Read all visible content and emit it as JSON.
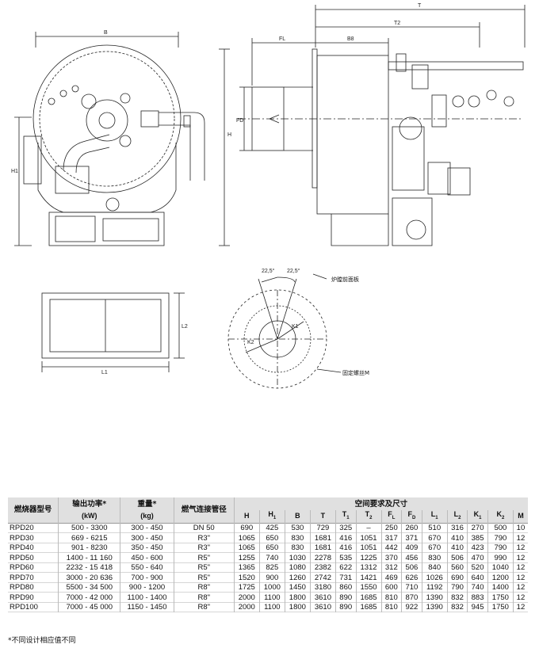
{
  "drawing": {
    "front_view": {
      "dim_B": "B",
      "dim_H": "H",
      "dim_H1": "H1"
    },
    "side_view": {
      "dim_T": "T",
      "dim_T2": "T2",
      "dim_FL": "FL",
      "dim_B8": "B8",
      "dim_FD": "FD"
    },
    "frame_view": {
      "dim_L1": "L1",
      "dim_L2": "L2"
    },
    "flange_view": {
      "angle_1": "22,5°",
      "angle_2": "22,5°",
      "dim_K1": "K1",
      "dim_K2": "K2",
      "note_front_plate": "炉膛前面板",
      "note_bolt": "固定螺丝M"
    }
  },
  "table": {
    "headers": {
      "model": "燃烧器型号",
      "power": "输出功率*",
      "power_unit": "(kW)",
      "weight": "重量*",
      "weight_unit": "(kg)",
      "gas_pipe": "燃气连接管径",
      "space": "空间要求及尺寸"
    },
    "dim_cols": [
      {
        "main": "H",
        "sub": ""
      },
      {
        "main": "H",
        "sub": "1"
      },
      {
        "main": "B",
        "sub": ""
      },
      {
        "main": "T",
        "sub": ""
      },
      {
        "main": "T",
        "sub": "1"
      },
      {
        "main": "T",
        "sub": "2"
      },
      {
        "main": "F",
        "sub": "L"
      },
      {
        "main": "F",
        "sub": "D"
      },
      {
        "main": "L",
        "sub": "1"
      },
      {
        "main": "L",
        "sub": "2"
      },
      {
        "main": "K",
        "sub": "1"
      },
      {
        "main": "K",
        "sub": "2"
      },
      {
        "main": "M",
        "sub": ""
      }
    ],
    "rows": [
      [
        "RPD20",
        "500 - 3300",
        "300 - 450",
        "DN 50",
        "690",
        "425",
        "530",
        "729",
        "325",
        "–",
        "250",
        "260",
        "510",
        "316",
        "270",
        "500",
        "10"
      ],
      [
        "RPD30",
        "669 - 6215",
        "300 - 450",
        "R3\"",
        "1065",
        "650",
        "830",
        "1681",
        "416",
        "1051",
        "317",
        "371",
        "670",
        "410",
        "385",
        "790",
        "12"
      ],
      [
        "RPD40",
        "901 - 8230",
        "350 - 450",
        "R3\"",
        "1065",
        "650",
        "830",
        "1681",
        "416",
        "1051",
        "442",
        "409",
        "670",
        "410",
        "423",
        "790",
        "12"
      ],
      [
        "RPD50",
        "1400 - 11 160",
        "450 - 600",
        "R5\"",
        "1255",
        "740",
        "1030",
        "2278",
        "535",
        "1225",
        "370",
        "456",
        "830",
        "506",
        "470",
        "990",
        "12"
      ],
      [
        "RPD60",
        "2232 - 15 418",
        "550 - 640",
        "R5\"",
        "1365",
        "825",
        "1080",
        "2382",
        "622",
        "1312",
        "312",
        "506",
        "840",
        "560",
        "520",
        "1040",
        "12"
      ],
      [
        "RPD70",
        "3000 - 20 636",
        "700 - 900",
        "R5\"",
        "1520",
        "900",
        "1260",
        "2742",
        "731",
        "1421",
        "469",
        "626",
        "1026",
        "690",
        "640",
        "1200",
        "12"
      ],
      [
        "RPD80",
        "5500 - 34 500",
        "900 - 1200",
        "R8\"",
        "1725",
        "1000",
        "1450",
        "3180",
        "860",
        "1550",
        "600",
        "710",
        "1192",
        "790",
        "740",
        "1400",
        "12"
      ],
      [
        "RPD90",
        "7000 - 42 000",
        "1100 - 1400",
        "R8\"",
        "2000",
        "1100",
        "1800",
        "3610",
        "890",
        "1685",
        "810",
        "870",
        "1390",
        "832",
        "883",
        "1750",
        "12"
      ],
      [
        "RPD100",
        "7000 - 45 000",
        "1150 - 1450",
        "R8\"",
        "2000",
        "1100",
        "1800",
        "3610",
        "890",
        "1685",
        "810",
        "922",
        "1390",
        "832",
        "945",
        "1750",
        "12"
      ]
    ],
    "footnote": "*不同设计相应值不同"
  }
}
